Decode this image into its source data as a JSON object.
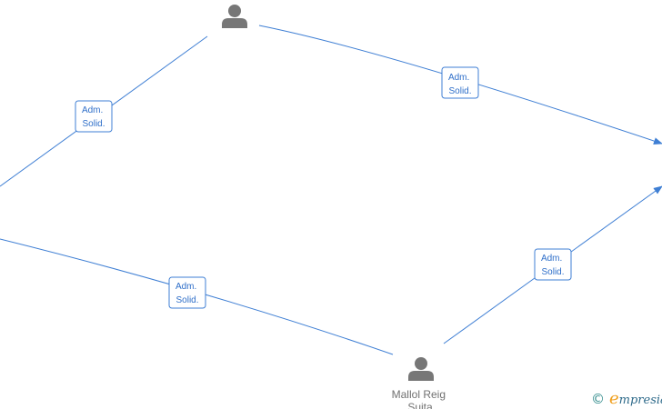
{
  "colors": {
    "edge": "#3f7fd4",
    "label_text": "#2f6fc9",
    "person_icon": "#777777",
    "node_text": "#707070"
  },
  "nodes": [
    {
      "id": "person_top",
      "icon": "person-icon",
      "name_lines": []
    },
    {
      "id": "person_bottom",
      "icon": "person-icon",
      "name_lines": [
        "Mallol Reig",
        "Suita"
      ]
    }
  ],
  "edges": [
    {
      "id": "edge_top_left",
      "label_lines": [
        "Adm.",
        "Solid."
      ]
    },
    {
      "id": "edge_top_right",
      "label_lines": [
        "Adm.",
        "Solid."
      ]
    },
    {
      "id": "edge_bottom_left",
      "label_lines": [
        "Adm.",
        "Solid."
      ]
    },
    {
      "id": "edge_bottom_right",
      "label_lines": [
        "Adm.",
        "Solid."
      ]
    }
  ],
  "watermark": {
    "copyright": "©",
    "brand_initial": "e",
    "brand_rest": "mpresia"
  }
}
